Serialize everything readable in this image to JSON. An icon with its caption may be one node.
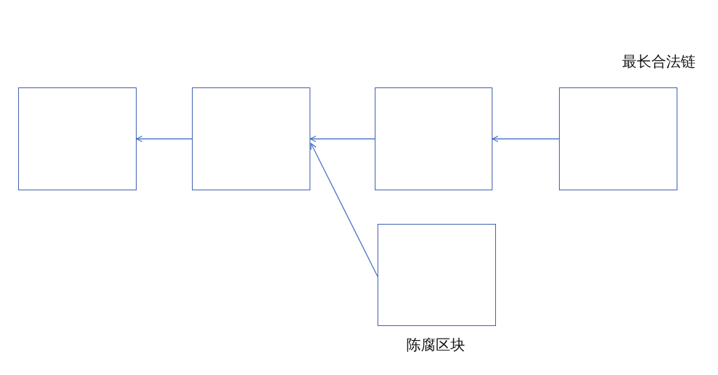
{
  "diagram": {
    "nodes": [
      {
        "text": [],
        "shape": "box"
      },
      {
        "text": [],
        "shape": "box"
      },
      {
        "text": [],
        "shape": "box"
      },
      {
        "text": [],
        "shape": "box",
        "beside": [
          "最长合法链"
        ]
      },
      {
        "text": [],
        "shape": "box",
        "beside": [
          "陈腐区块"
        ]
      }
    ],
    "edges": [
      {
        "from": 1,
        "to": 0,
        "arrow": "to"
      },
      {
        "from": 2,
        "to": 1,
        "arrow": "to"
      },
      {
        "from": 3,
        "to": 2,
        "arrow": "to"
      },
      {
        "from": 4,
        "to": 1,
        "arrow": "to"
      }
    ]
  }
}
